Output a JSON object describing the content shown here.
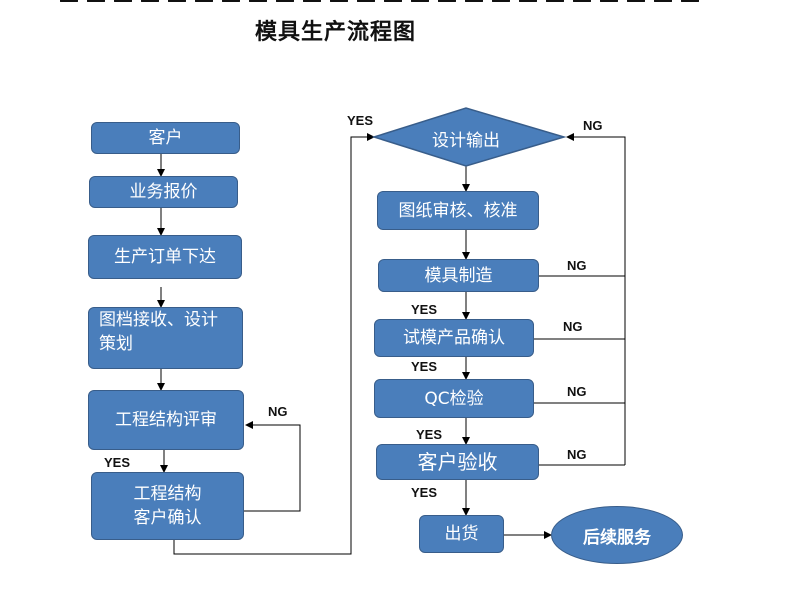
{
  "title": "模具生产流程图",
  "nodes": {
    "customer": "客户",
    "quote": "业务报价",
    "order": "生产订单下达",
    "drawing_receive_line1": "图档接收、设计",
    "drawing_receive_line2": "策划",
    "eng_review": "工程结构评审",
    "eng_confirm_line1": "工程结构",
    "eng_confirm_line2": "客户确认",
    "design_output": "设计输出",
    "drawing_approve": "图纸审核、核准",
    "mold_make": "模具制造",
    "trial_confirm": "试模产品确认",
    "qc": "QC检验",
    "acceptance": "客户验收",
    "ship": "出货",
    "after_service": "后续服务"
  },
  "labels": {
    "yes": "YES",
    "ng": "NG"
  },
  "colors": {
    "box_fill": "#4a7ebb",
    "box_border": "#385d8a",
    "line": "#000000"
  }
}
